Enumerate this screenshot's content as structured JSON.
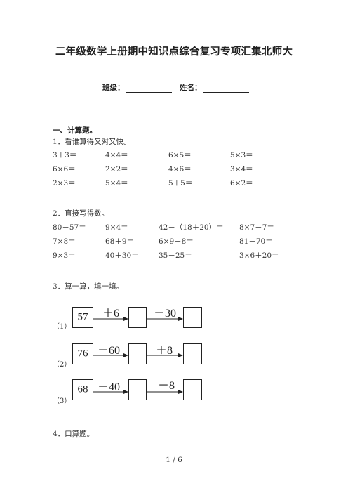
{
  "title": "二年级数学上册期中知识点综合复习专项汇集北师大",
  "info": {
    "class_label": "班级：",
    "name_label": "姓名："
  },
  "section1": {
    "heading": "一、计算题。"
  },
  "q1": {
    "prompt": "1．看谁算得又对又快。",
    "rows": [
      [
        "3＋3＝",
        "4×4＝",
        "6×5＝",
        "5×3＝"
      ],
      [
        "6×6＝",
        "2×2＝",
        "4×6＝",
        "3×4＝"
      ],
      [
        "2×3＝",
        "5×4＝",
        "5＋5＝",
        "6×2＝"
      ]
    ]
  },
  "q2": {
    "prompt": "2．直接写得数。",
    "rows": [
      [
        "80－57＝",
        "9×4＝",
        "42－（18＋20）＝",
        "8×7－7＝"
      ],
      [
        "7×8＝",
        "68＋9＝",
        "6×9＋8＝",
        "81－70＝"
      ],
      [
        "9×3＝",
        "40＋30＝",
        "35－25＝",
        "3×6＋20＝"
      ]
    ]
  },
  "q3": {
    "prompt": "3．算一算，填一填。",
    "chains": [
      {
        "label": "（1）",
        "start": "57",
        "op1": "＋6",
        "op2": "－30"
      },
      {
        "label": "（2）",
        "start": "76",
        "op1": "－60",
        "op2": "＋8"
      },
      {
        "label": "（3）",
        "start": "68",
        "op1": "－40",
        "op2": "－8"
      }
    ]
  },
  "q4": {
    "prompt": "4．口算题。"
  },
  "footer": {
    "page": "1 / 6"
  }
}
